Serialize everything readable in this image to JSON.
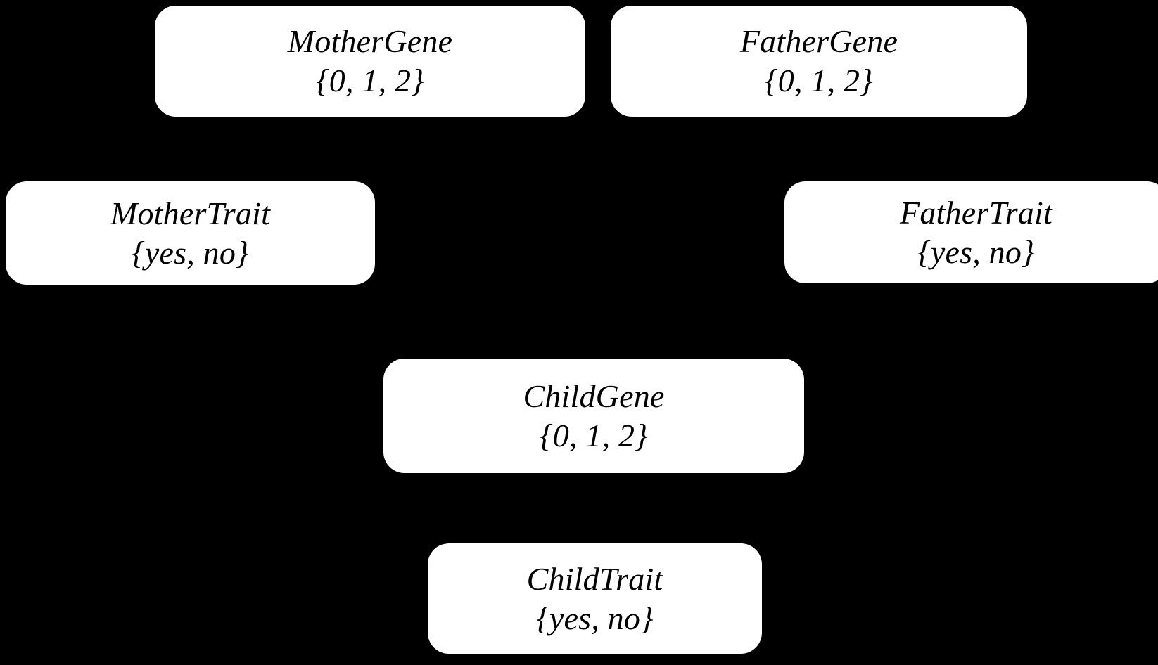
{
  "diagram": {
    "type": "bayesian-network",
    "background_color": "#000000",
    "node_fill_color": "#ffffff",
    "node_text_color": "#000000",
    "nodes": [
      {
        "id": "mother-gene",
        "name": "MotherGene",
        "domain": "{0, 1, 2}",
        "values": [
          "0",
          "1",
          "2"
        ]
      },
      {
        "id": "father-gene",
        "name": "FatherGene",
        "domain": "{0, 1, 2}",
        "values": [
          "0",
          "1",
          "2"
        ]
      },
      {
        "id": "mother-trait",
        "name": "MotherTrait",
        "domain": "{yes, no}",
        "values": [
          "yes",
          "no"
        ]
      },
      {
        "id": "father-trait",
        "name": "FatherTrait",
        "domain": "{yes, no}",
        "values": [
          "yes",
          "no"
        ]
      },
      {
        "id": "child-gene",
        "name": "ChildGene",
        "domain": "{0, 1, 2}",
        "values": [
          "0",
          "1",
          "2"
        ]
      },
      {
        "id": "child-trait",
        "name": "ChildTrait",
        "domain": "{yes, no}",
        "values": [
          "yes",
          "no"
        ]
      }
    ]
  }
}
